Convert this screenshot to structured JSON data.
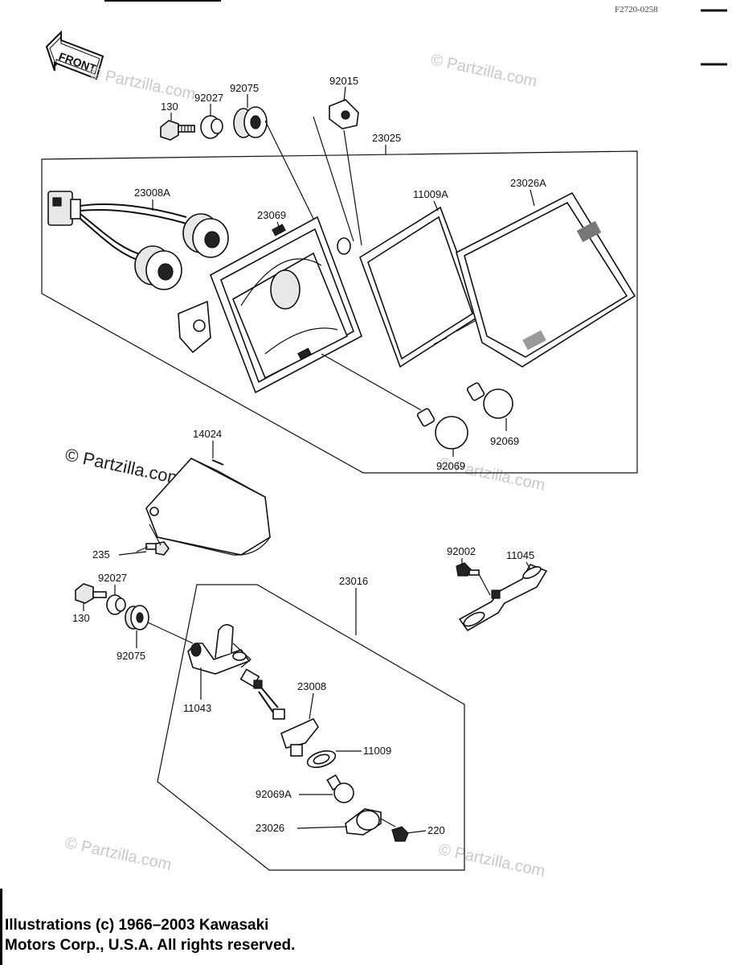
{
  "drawing_code": "F2720-0258",
  "front_label": "FRONT",
  "watermark": "© Partzilla.com",
  "copyright": {
    "line1": "Illustrations (c) 1966–2003 Kawasaki",
    "line2": "Motors Corp., U.S.A.  All rights reserved."
  },
  "part_labels": {
    "p130_top": "130",
    "p92027_top": "92027",
    "p92075_top": "92075",
    "p92015": "92015",
    "p23025": "23025",
    "p23008A": "23008A",
    "p23069": "23069",
    "p11009A": "11009A",
    "p23026A": "23026A",
    "p92069_right": "92069",
    "p92069_left": "92069",
    "p14024": "14024",
    "p235": "235",
    "p92002": "92002",
    "p11045": "11045",
    "p23016": "23016",
    "p92027_bot": "92027",
    "p130_bot": "130",
    "p92075_bot": "92075",
    "p11043": "11043",
    "p23008": "23008",
    "p11009": "11009",
    "p92069A": "92069A",
    "p23026": "23026",
    "p220": "220"
  }
}
